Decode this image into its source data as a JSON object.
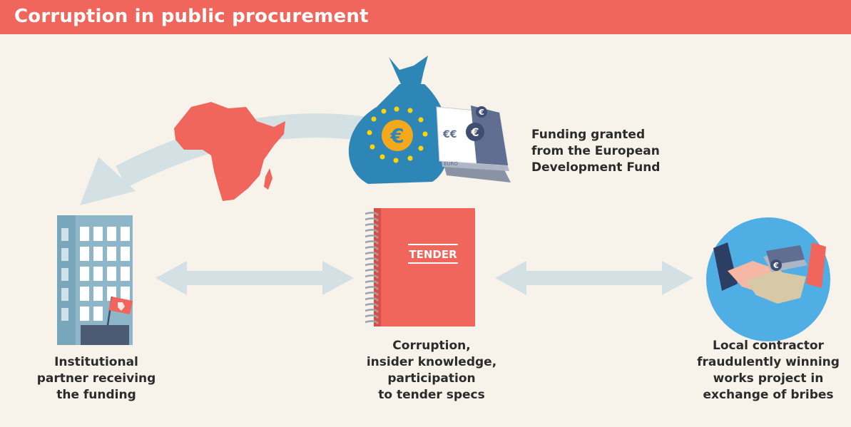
{
  "header": {
    "title": "Corruption in public procurement"
  },
  "labels": {
    "funding": [
      "Funding granted",
      "from the European",
      "Development Fund"
    ],
    "institution": [
      "Institutional",
      "partner receiving",
      "the funding"
    ],
    "corruption": [
      "Corruption,",
      "insider knowledge,",
      "participation",
      "to tender specs"
    ],
    "contractor": [
      "Local contractor",
      "fraudulently winning",
      "works project in",
      "exchange of bribes"
    ]
  },
  "tender": {
    "label": "TENDER"
  },
  "money": {
    "bag_symbol": "€",
    "bill_symbol": "€",
    "bill_text": "EURO",
    "bill_mark": "€€"
  },
  "colors": {
    "accent": "#f1665c",
    "background": "#f8f3ea",
    "arrow": "#d3e1e5",
    "building": "#8db6c8",
    "bag": "#2e86b7",
    "circle": "#4faee3"
  }
}
